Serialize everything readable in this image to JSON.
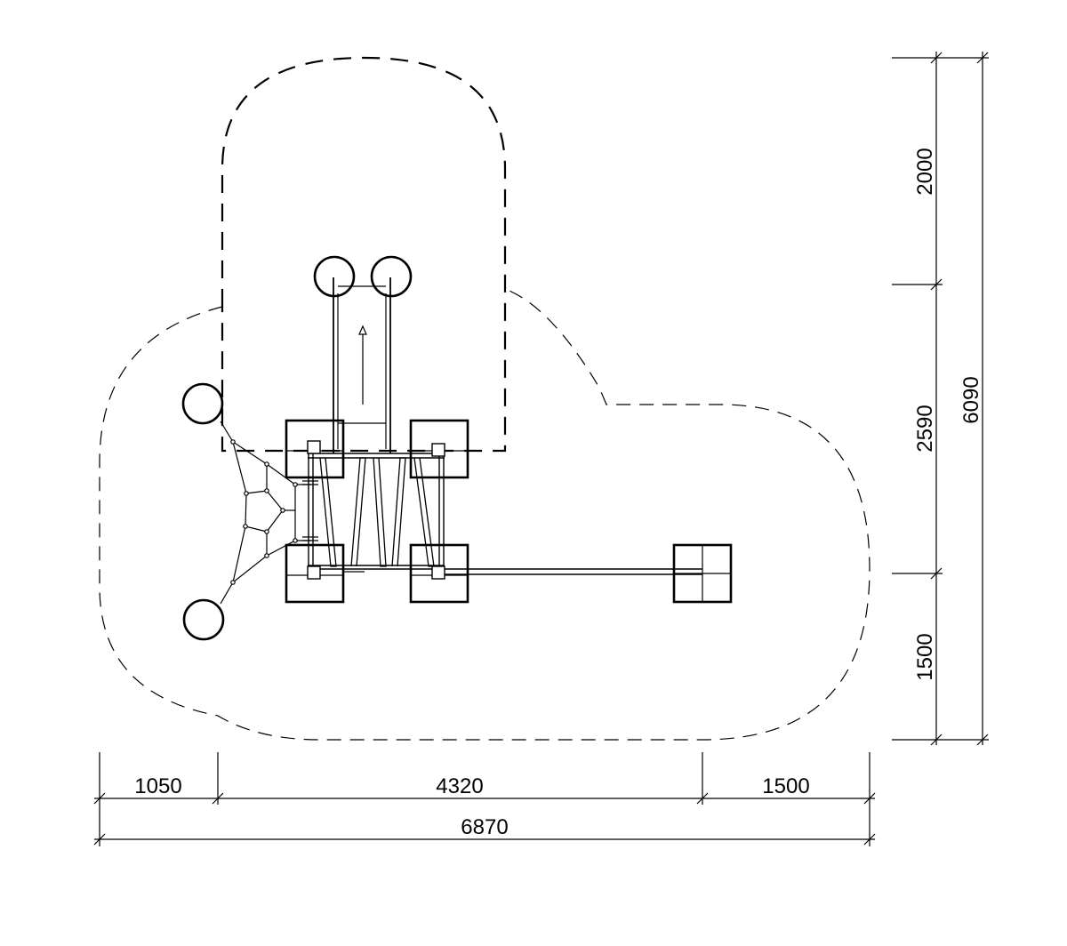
{
  "dimensions": {
    "bottom_segments": [
      "1050",
      "4320",
      "1500"
    ],
    "bottom_total": "6870",
    "right_segments": [
      "2000",
      "2590",
      "1500"
    ],
    "right_total": "6090"
  }
}
